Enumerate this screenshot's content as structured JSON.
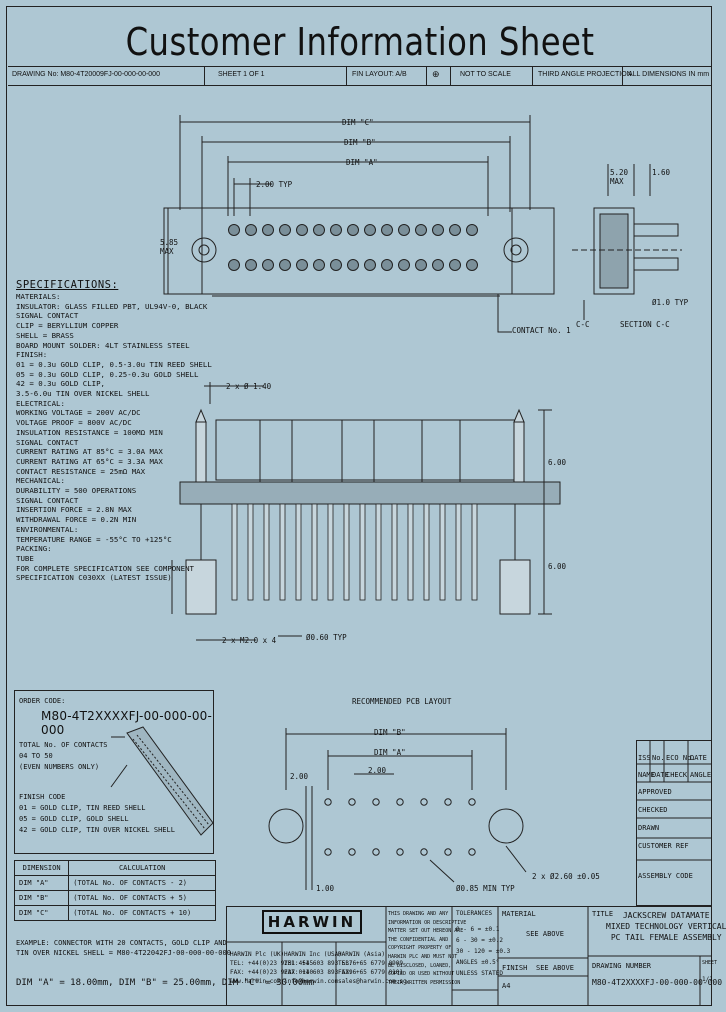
{
  "title": "Customer Information Sheet",
  "header": {
    "drawing_no": "DRAWING No: M80-4T20009FJ-00-000-00-000",
    "sheet": "SHEET 1 OF 1",
    "fin_layout": "FIN LAYOUT: A/B",
    "not_to_scale": "NOT TO SCALE",
    "projection": "THIRD ANGLE PROJECTION",
    "units": "ALL DIMENSIONS IN mm"
  },
  "top_view": {
    "dim_c": "DIM \"C\"",
    "dim_b": "DIM \"B\"",
    "dim_a": "DIM \"A\"",
    "pitch": "2.00 TYP",
    "height": "5.85 MAX",
    "contact_no": "CONTACT No. 1"
  },
  "side_view": {
    "d1": "5.20 MAX",
    "d2": "1.60",
    "dia": "Ø1.0 TYP",
    "ref": "C-C",
    "section": "SECTION C-C"
  },
  "front_view": {
    "offset": "2 x Ø 1.40",
    "h1": "6.00",
    "h2": "6.00",
    "pcb": "2 x M2.0 x 4",
    "pin": "Ø0.60 TYP"
  },
  "specifications": {
    "heading": "SPECIFICATIONS:",
    "lines": [
      "MATERIALS:",
      " INSULATOR: GLASS FILLED PBT, UL94V-0, BLACK",
      " SIGNAL CONTACT",
      "   CLIP = BERYLLIUM COPPER",
      "   SHELL = BRASS",
      " BOARD MOUNT SOLDER: 4LT STAINLESS STEEL",
      "FINISH:",
      " 01 = 0.3u GOLD CLIP, 0.5-3.0u TIN REED SHELL",
      " 05 = 0.3u GOLD CLIP, 0.25-0.3u GOLD SHELL",
      " 42 = 0.3u GOLD CLIP,",
      "      3.5-6.0u TIN OVER NICKEL SHELL",
      "ELECTRICAL:",
      " WORKING VOLTAGE = 200V AC/DC",
      " VOLTAGE PROOF = 800V AC/DC",
      " INSULATION RESISTANCE = 100MΩ MIN",
      " SIGNAL CONTACT",
      "   CURRENT RATING AT 85°C = 3.0A MAX",
      "   CURRENT RATING AT 65°C = 3.3A MAX",
      "   CONTACT RESISTANCE = 25mΩ MAX",
      "MECHANICAL:",
      " DURABILITY = 500 OPERATIONS",
      " SIGNAL CONTACT",
      "   INSERTION FORCE = 2.8N MAX",
      "   WITHDRAWAL FORCE = 0.2N MIN",
      "ENVIRONMENTAL:",
      " TEMPERATURE RANGE = -55°C TO +125°C",
      "PACKING:",
      " TUBE",
      "FOR COMPLETE SPECIFICATION SEE COMPONENT",
      "SPECIFICATION C030XX (LATEST ISSUE)"
    ]
  },
  "order_code": {
    "label": "ORDER CODE:",
    "code": "M80-4T2XXXXFJ-00-000-00-000",
    "total_lines": [
      "TOTAL No. OF CONTACTS",
      "04 TO 50",
      "(EVEN NUMBERS ONLY)"
    ],
    "finish_lines": [
      "FINISH CODE",
      "01 = GOLD CLIP, TIN REED SHELL",
      "05 = GOLD CLIP, GOLD SHELL",
      "42 = GOLD CLIP, TIN OVER NICKEL SHELL"
    ]
  },
  "dimension_table": {
    "headers": [
      "DIMENSION",
      "CALCULATION"
    ],
    "rows": [
      [
        "DIM \"A\"",
        "(TOTAL No. OF CONTACTS - 2)"
      ],
      [
        "DIM \"B\"",
        "(TOTAL No. OF CONTACTS + 5)"
      ],
      [
        "DIM \"C\"",
        "(TOTAL No. OF CONTACTS + 10)"
      ]
    ]
  },
  "example": [
    "EXAMPLE: CONNECTOR WITH 20 CONTACTS, GOLD CLIP AND",
    "TIN OVER NICKEL SHELL = M80-4T22042FJ-00-000-00-000"
  ],
  "example_dims": "DIM \"A\" = 18.00mm, DIM \"B\" = 25.00mm, DIM \"C\" = 30.00mm",
  "pcb_layout": {
    "heading": "RECOMMENDED PCB LAYOUT",
    "dim_b": "DIM \"B\"",
    "dim_a": "DIM \"A\"",
    "d1": "2.00",
    "d2": "2.00",
    "d3": "1.00",
    "hole": "Ø0.85 MIN TYP",
    "mount": "2 x Ø2.60 ±0.05"
  },
  "revisions": {
    "cols": [
      "ISS",
      "No.",
      "ECO No.",
      "DATE"
    ],
    "rows": [
      [
        "NAME",
        "DATE",
        "CHECK",
        "ANGLE"
      ]
    ]
  },
  "title_block": {
    "logo": "HARWIN",
    "approved": "APPROVED",
    "checked": "CHECKED",
    "drawn": "DRAWN",
    "customer_ref": "CUSTOMER REF",
    "assembly": "ASSEMBLY CODE",
    "material": "MATERIAL",
    "material_value": "SEE ABOVE",
    "finish": "FINISH",
    "finish_value": "SEE ABOVE",
    "tolerances": "TOLERANCES",
    "tol_lines": [
      "0 - 6 = ±0.1",
      "6 - 30 = ±0.2",
      "30 - 120 = ±0.3",
      "ANGLES ±0.5°",
      "UNLESS STATED"
    ],
    "offices": [
      [
        "HARWIN Plc (UK)",
        "TEL: +44(0)23 9231 4545",
        "FAX: +44(0)23 9237 0140",
        "www.harwin.com"
      ],
      [
        "HARWIN Inc (USA)",
        "TEL: +1 603 893 5376",
        "FAX: +1 603 893 5396",
        "info@harwin.com"
      ],
      [
        "HARWIN (Asia)",
        "TEL: +65 6779 0909",
        "FAX: +65 6779 0101",
        "sales@harwin.com.sg"
      ]
    ],
    "notice": [
      "THIS DRAWING AND ANY",
      "INFORMATION OR DESCRIPTIVE",
      "MATTER SET OUT HEREON ARE",
      "THE CONFIDENTIAL AND",
      "COPYRIGHT PROPERTY OF",
      "HARWIN PLC AND MUST NOT",
      "BE DISCLOSED, LOANED,",
      "COPIED OR USED WITHOUT",
      "THEIR WRITTEN PERMISSION"
    ],
    "title_label": "TITLE",
    "title_lines": [
      "JACKSCREW DATAMATE",
      "MIXED TECHNOLOGY VERTICAL",
      "PC TAIL FEMALE ASSEMBLY"
    ],
    "drawing_label": "DRAWING NUMBER",
    "drawing_no": "M80-4T2XXXXFJ-00-000-00-000",
    "sheet_label": "SHEET",
    "sheet_value": "1/1",
    "size": "A4"
  }
}
